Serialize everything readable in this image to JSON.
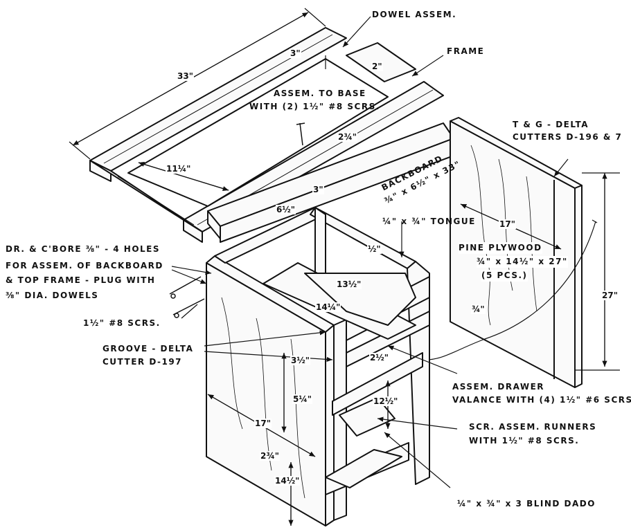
{
  "labels": {
    "dowel_assem": "DOWEL ASSEM.",
    "frame": "FRAME",
    "assem_base_1": "ASSEM. TO BASE",
    "assem_base_2": "WITH (2) 1½\" #8 SCRS.",
    "tg_1": "T & G - DELTA",
    "tg_2": "CUTTERS D-196 & 7",
    "backboard_1": "BACKBOARD",
    "backboard_2": "¾\" x 6½\" x 33\"",
    "tongue": "¼\" x ¾\" TONGUE",
    "pine_1": "PINE PLYWOOD",
    "pine_2": "¾\" x 14½\" x 27\"",
    "pine_3": "(5 PCS.)",
    "drc_1": "DR. & C'BORE ⅜\" - 4 HOLES",
    "drc_2": "FOR ASSEM. OF BACKBOARD",
    "drc_3": "& TOP FRAME - PLUG WITH",
    "drc_4": "⅜\" DIA. DOWELS",
    "scrs_8": "1½\" #8 SCRS.",
    "groove_1": "GROOVE - DELTA",
    "groove_2": "CUTTER D-197",
    "valance_1": "ASSEM. DRAWER",
    "valance_2": "VALANCE WITH (4) 1½\" #6 SCRS.",
    "runners_1": "SCR. ASSEM. RUNNERS",
    "runners_2": "WITH 1½\" #8 SCRS.",
    "dado": "¼\" x ¾\" x 3 BLIND DADO"
  },
  "dims": {
    "d33": "33\"",
    "d3top": "3\"",
    "d2": "2\"",
    "d2_3_4": "2¾\"",
    "d11_1_4": "11¼\"",
    "d3mid": "3\"",
    "d6_1_2": "6½\"",
    "d17_right": "17\"",
    "d27": "27\"",
    "d1_2": "½\"",
    "d13_1_2": "13½\"",
    "d14_1_4": "14¼\"",
    "d3_4": "¾\"",
    "d3_1_2": "3½\"",
    "d2_1_2": "2½\"",
    "d5_1_4": "5¼\"",
    "d12_1_2": "12½\"",
    "d17_left": "17\"",
    "d2_3_4_low": "2¾\"",
    "d14_1_2": "14½\""
  }
}
